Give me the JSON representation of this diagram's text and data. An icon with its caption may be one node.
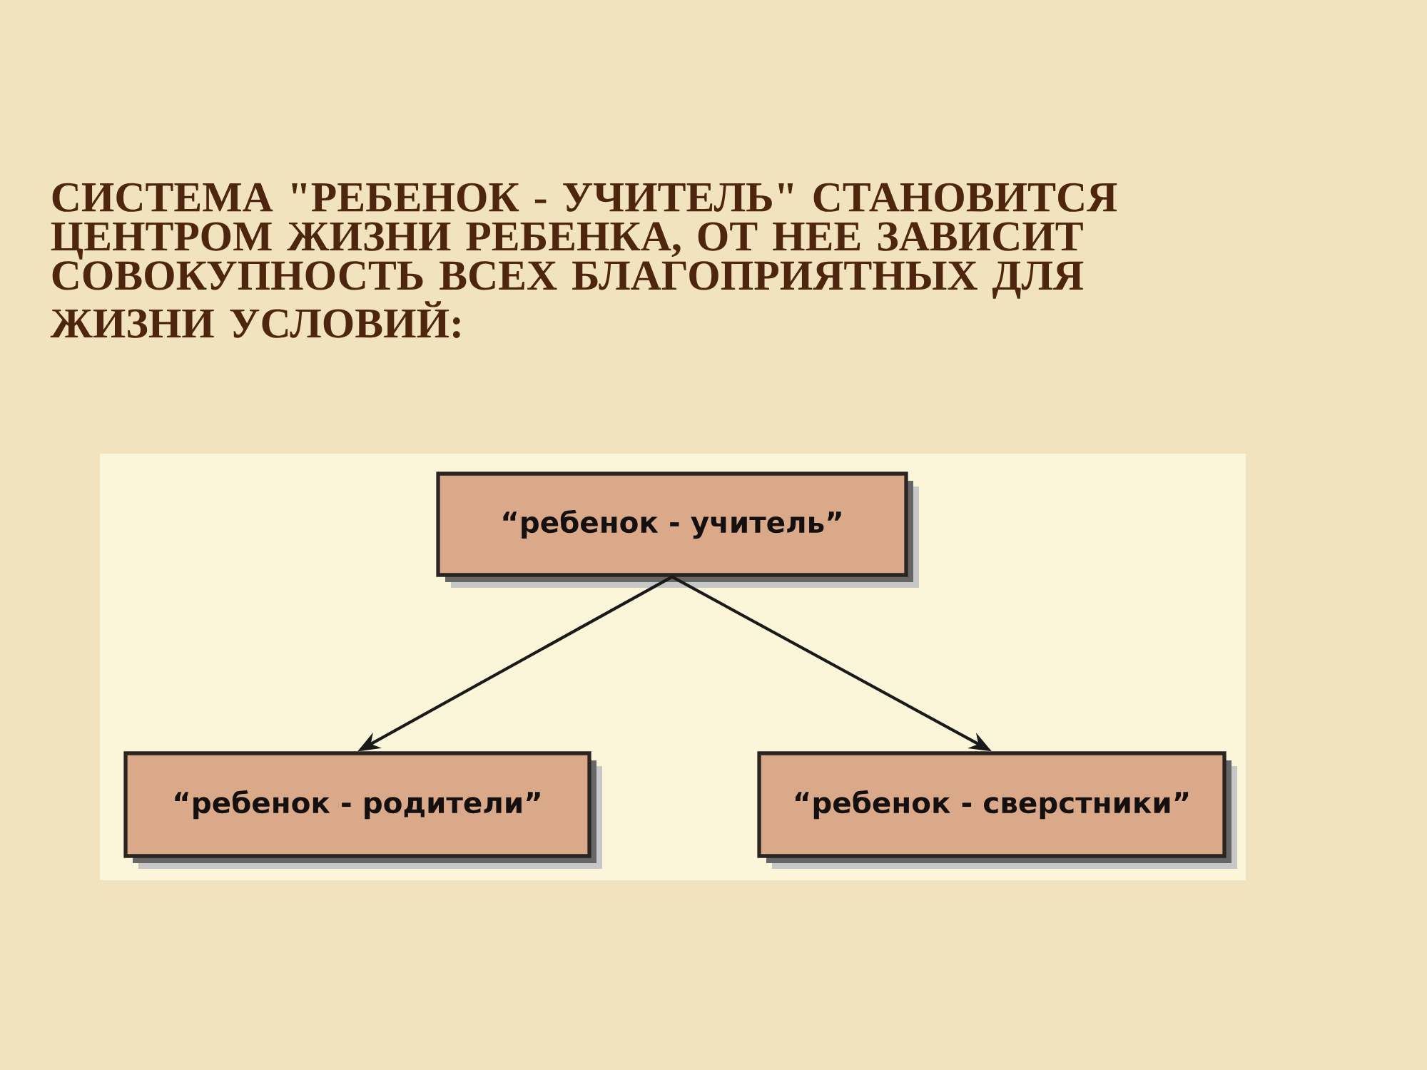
{
  "diagram": {
    "title": "СИСТЕМА \"РЕБЕНОК - УЧИТЕЛЬ\" СТАНОВИТСЯ ЦЕНТРОМ ЖИЗНИ РЕБЕНКА, ОТ НЕЕ ЗАВИСИТ СОВОКУПНОСТЬ ВСЕХ БЛАГОПРИЯТНЫХ ДЛЯ ЖИЗНИ УСЛОВИЙ:",
    "nodes": [
      {
        "text": [
          "“ребенок - учитель”"
        ]
      },
      {
        "text": [
          "“ребенок - родители”"
        ]
      },
      {
        "text": [
          "“ребенок - сверстники”"
        ]
      }
    ],
    "edges": [
      {
        "from": 0,
        "to": 1,
        "arrow": "to"
      },
      {
        "from": 0,
        "to": 2,
        "arrow": "to"
      }
    ]
  }
}
